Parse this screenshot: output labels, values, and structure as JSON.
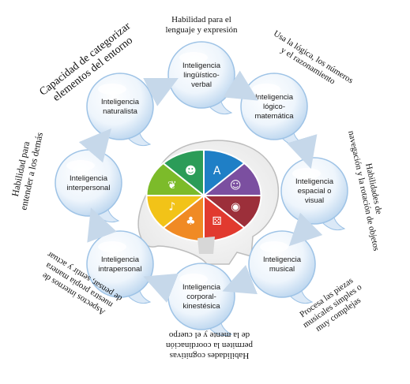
{
  "bubbles": [
    {
      "lines": [
        "Inteligencia",
        "lingüístico-",
        "verbal"
      ]
    },
    {
      "lines": [
        "Inteligencia",
        "lógico-",
        "matemática"
      ]
    },
    {
      "lines": [
        "Inteligencia",
        "espacial o",
        "visual"
      ]
    },
    {
      "lines": [
        "Inteligencia",
        "musical"
      ]
    },
    {
      "lines": [
        "Inteligencia",
        "corporal-",
        "kinestésica"
      ]
    },
    {
      "lines": [
        "Inteligencia",
        "intrapersonal"
      ]
    },
    {
      "lines": [
        "Inteligencia",
        "interpersonal"
      ]
    },
    {
      "lines": [
        "Inteligencia",
        "naturalista"
      ]
    }
  ],
  "descriptions": {
    "linguistic": [
      "Habilidad para el",
      "lenguaje y expresión"
    ],
    "logical": [
      "Usa la lógica, los números",
      "y el razonamiento"
    ],
    "spatial": [
      "Habilidades de",
      "navegación y la rotación de objetos"
    ],
    "musical": [
      "Procesa las piezas",
      "musicales simples o",
      "muy complejas"
    ],
    "kinesthetic": [
      "Habilidades cognitivas",
      "permiten la coordinación",
      "de la mente y el cuerpo"
    ],
    "intrapersonal": [
      "Aspectos internos de",
      "nuestra propia manera",
      "de pensar, sentir y actuar"
    ],
    "interpersonal": [
      "Habilidad para",
      "entender a los demás"
    ],
    "naturalist": [
      "Capacidad de categorizar",
      "elementos del entorno"
    ]
  },
  "colors": {
    "bubble_fill": "#e9f2fb",
    "bubble_edge": "#9ec3e6",
    "arrow": "#c6d8ea",
    "segments": [
      "#1f7fc6",
      "#7b4fa0",
      "#9c2f3a",
      "#e13a2f",
      "#f08a24",
      "#f2c318",
      "#7cbb2a",
      "#2b9c58"
    ]
  },
  "icons": [
    "abc-icon",
    "people-icon",
    "eye-icon",
    "dice-icon",
    "dancers-icon",
    "music-note-icon",
    "leaf-icon",
    "person-icon"
  ]
}
